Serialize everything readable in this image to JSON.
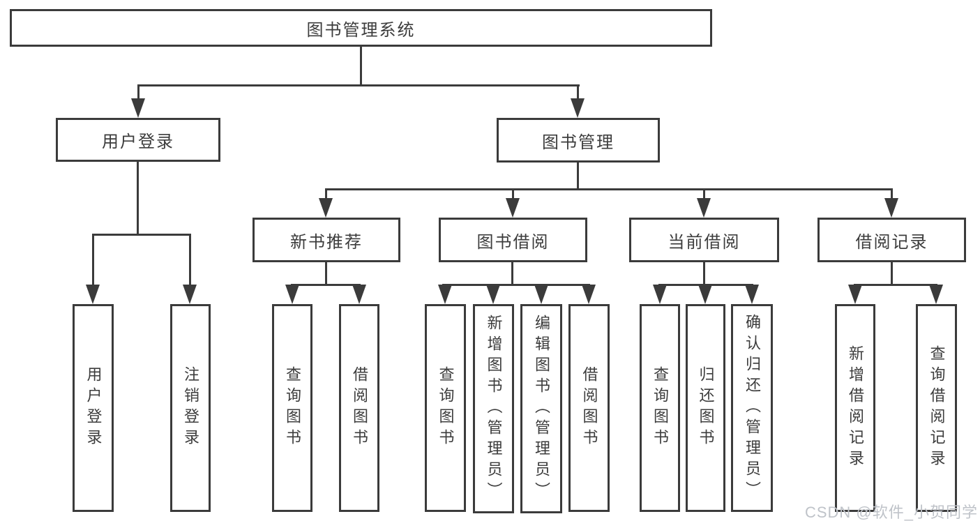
{
  "tree": {
    "root": {
      "label": "图书管理系统"
    },
    "level2": [
      {
        "label": "用户登录",
        "children": [
          {
            "label": "用户登录"
          },
          {
            "label": "注销登录"
          }
        ]
      },
      {
        "label": "图书管理",
        "children": [
          {
            "label": "新书推荐",
            "children": [
              {
                "label": "查询图书"
              },
              {
                "label": "借阅图书"
              }
            ]
          },
          {
            "label": "图书借阅",
            "children": [
              {
                "label": "查询图书"
              },
              {
                "label": "新增图书（管理员）"
              },
              {
                "label": "编辑图书（管理员）"
              },
              {
                "label": "借阅图书"
              }
            ]
          },
          {
            "label": "当前借阅",
            "children": [
              {
                "label": "查询图书"
              },
              {
                "label": "归还图书"
              },
              {
                "label": "确认归还（管理员）"
              }
            ]
          },
          {
            "label": "借阅记录",
            "children": [
              {
                "label": "新增借阅记录"
              },
              {
                "label": "查询借阅记录"
              }
            ]
          }
        ]
      }
    ]
  },
  "watermark": {
    "text": "CSDN @软件_小贺同学"
  },
  "colors": {
    "line": "#3b3b3b",
    "text": "#3c3c3c",
    "watermark": "#bfc3c9",
    "background": "#ffffff"
  }
}
